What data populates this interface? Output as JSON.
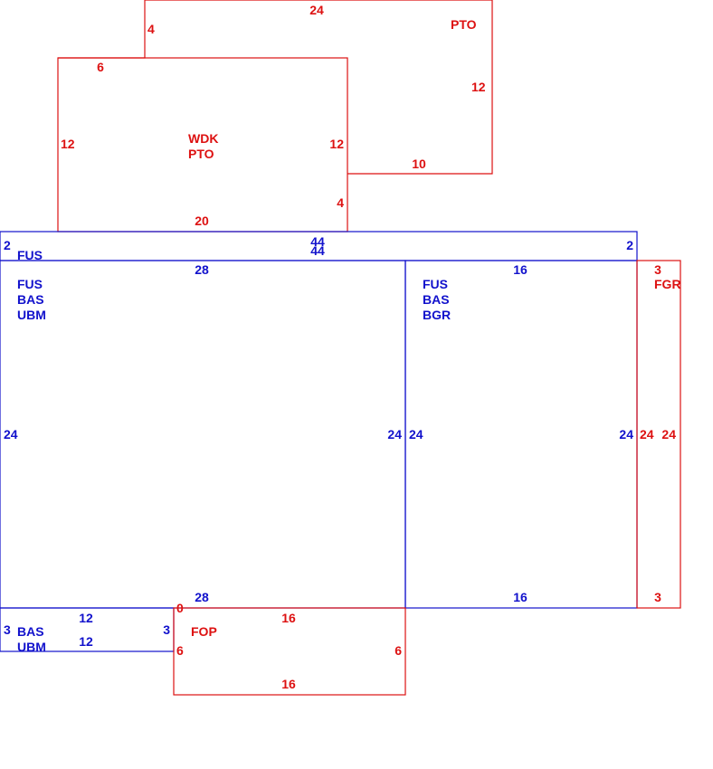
{
  "colors": {
    "red": "#dd1111",
    "blue": "#1111cc"
  },
  "areas": [
    {
      "id": "pto-upper",
      "color": "red",
      "labels": [
        "PTO"
      ],
      "dims": [
        "24",
        "4",
        "6",
        "12",
        "10"
      ]
    },
    {
      "id": "wdk-pto",
      "color": "red",
      "labels": [
        "WDK",
        "PTO"
      ],
      "dims": [
        "12",
        "12",
        "4",
        "20"
      ]
    },
    {
      "id": "fus-strip",
      "color": "blue",
      "labels": [
        "FUS"
      ],
      "dims": [
        "2",
        "44",
        "44",
        "2"
      ]
    },
    {
      "id": "fus-bas-ubm",
      "color": "blue",
      "labels": [
        "FUS",
        "BAS",
        "UBM"
      ],
      "dims": [
        "28",
        "24",
        "24",
        "28"
      ]
    },
    {
      "id": "fus-bas-bgr",
      "color": "blue",
      "labels": [
        "FUS",
        "BAS",
        "BGR"
      ],
      "dims": [
        "16",
        "24",
        "24",
        "16"
      ]
    },
    {
      "id": "fgr",
      "color": "red",
      "labels": [
        "FGR"
      ],
      "dims": [
        "3",
        "24",
        "24",
        "3"
      ]
    },
    {
      "id": "bas-ubm-small",
      "color": "blue",
      "labels": [
        "BAS",
        "UBM"
      ],
      "dims": [
        "12",
        "3",
        "3",
        "12"
      ]
    },
    {
      "id": "fop",
      "color": "red",
      "labels": [
        "FOP"
      ],
      "dims": [
        "0",
        "16",
        "6",
        "6",
        "16"
      ]
    }
  ]
}
